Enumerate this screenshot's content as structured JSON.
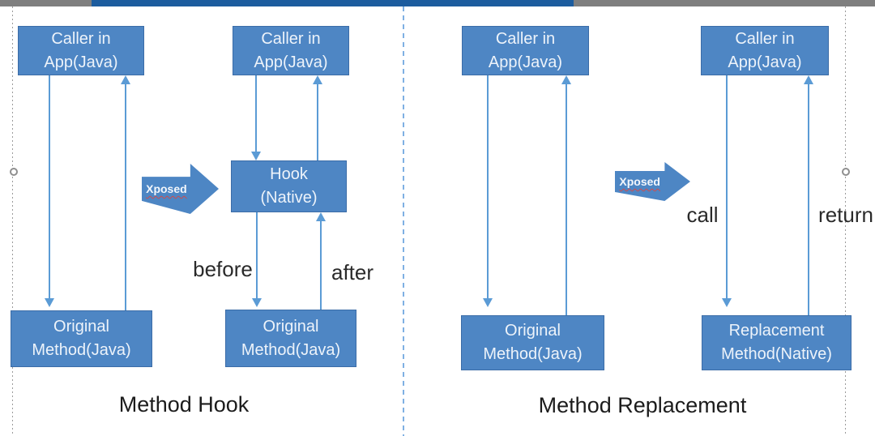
{
  "slide": {
    "colors": {
      "shape_fill": "#4e86c4",
      "shape_border": "#3b6ca7",
      "connector_blue": "#5b9bd5",
      "divider_blue": "#7fb0e3",
      "top_bar_gray": "#7f7f7f",
      "top_bar_blue": "#1c5c9e"
    },
    "method_hook": {
      "caption": "Method Hook",
      "before_caller": "Caller in\nApp(Java)",
      "before_original": "Original\nMethod(Java)",
      "xposed_label": "Xposed",
      "after_caller": "Caller in\nApp(Java)",
      "hook_box": "Hook\n(Native)",
      "after_original": "Original\nMethod(Java)",
      "before_label": "before",
      "after_label": "after"
    },
    "method_replacement": {
      "caption": "Method Replacement",
      "before_caller": "Caller in\nApp(Java)",
      "before_original": "Original\nMethod(Java)",
      "xposed_label": "Xposed",
      "after_caller": "Caller in\nApp(Java)",
      "replacement_box": "Replacement\nMethod(Native)",
      "call_label": "call",
      "return_label": "return"
    }
  }
}
